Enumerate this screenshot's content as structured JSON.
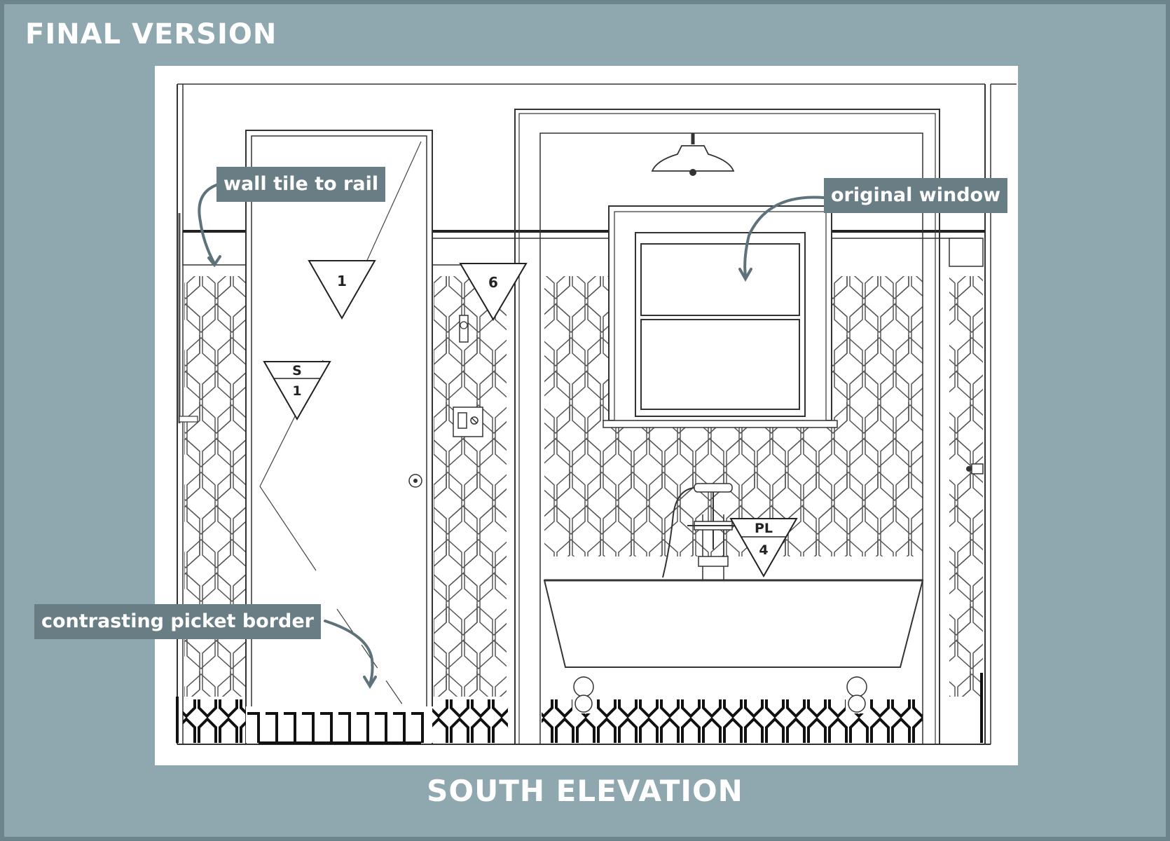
{
  "header": {
    "title": "FINAL VERSION"
  },
  "caption": {
    "title": "SOUTH ELEVATION"
  },
  "callouts": {
    "wall_tile": "wall tile to rail",
    "original_window": "original window",
    "picket_border": "contrasting picket border"
  },
  "tags": {
    "door_tag": "1",
    "wall_tag": "6",
    "shower_tag_top": "S",
    "shower_tag_bottom": "1",
    "plumbing_tag_top": "PL",
    "plumbing_tag_bottom": "4"
  },
  "colors": {
    "board": "#8fa7ae",
    "frame": "#6e848c",
    "callout_bg": "#687d84",
    "arrow": "#5d727a",
    "line": "#3a3a3a",
    "text": "#ffffff"
  }
}
